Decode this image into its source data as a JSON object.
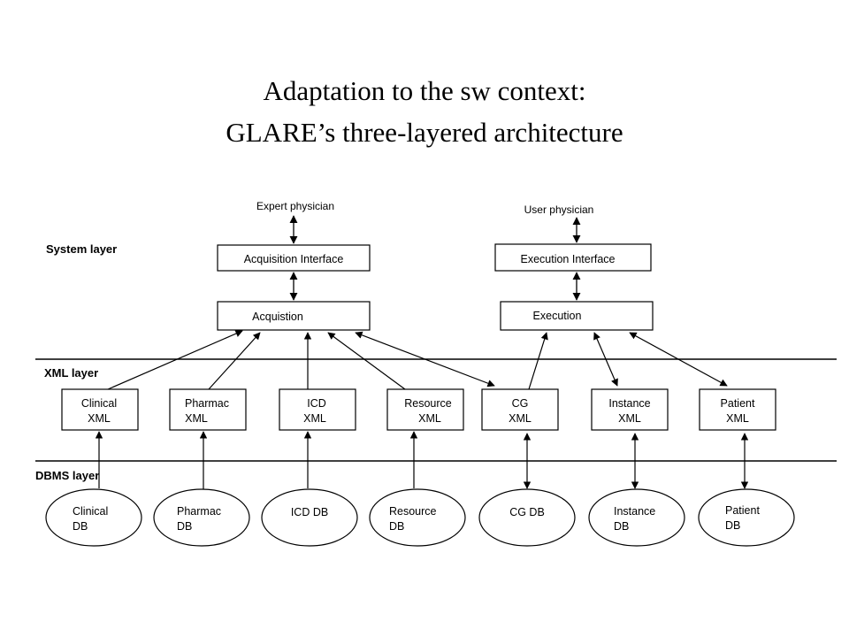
{
  "title": {
    "line1": "Adaptation to the sw context:",
    "line2": "GLARE’s three-layered architecture"
  },
  "layers": {
    "system": "System layer",
    "xml": "XML layer",
    "dbms": "DBMS layer"
  },
  "actors": {
    "expert": "Expert physician",
    "user": "User physician"
  },
  "system_boxes": {
    "acquisition_interface": "Acquisition Interface",
    "execution_interface": "Execution Interface",
    "acquisition": "Acquistion",
    "execution": "Execution"
  },
  "xml_boxes": [
    {
      "line1": "Clinical",
      "line2": "XML"
    },
    {
      "line1": "Pharmac",
      "line2": "XML"
    },
    {
      "line1": "ICD",
      "line2": "XML"
    },
    {
      "line1": "Resource",
      "line2": "XML"
    },
    {
      "line1": "CG",
      "line2": "XML"
    },
    {
      "line1": "Instance",
      "line2": "XML"
    },
    {
      "line1": "Patient",
      "line2": "XML"
    }
  ],
  "databases": [
    {
      "line1": "Clinical",
      "line2": "DB"
    },
    {
      "line1": "Pharmac",
      "line2": "DB"
    },
    {
      "line1": "ICD DB",
      "line2": ""
    },
    {
      "line1": "Resource",
      "line2": "DB"
    },
    {
      "line1": "CG DB",
      "line2": ""
    },
    {
      "line1": "Instance",
      "line2": "DB"
    },
    {
      "line1": "Patient",
      "line2": "DB"
    }
  ]
}
